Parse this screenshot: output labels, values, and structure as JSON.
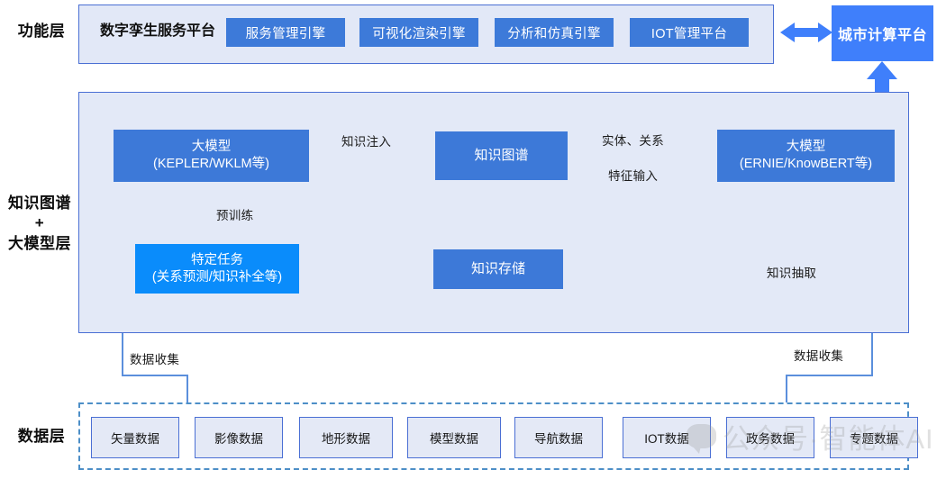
{
  "layers": {
    "functional": {
      "label": "功能层"
    },
    "knowledge": {
      "label": "知识图谱\n+\n大模型层"
    },
    "data": {
      "label": "数据层"
    }
  },
  "functional_layer": {
    "platform_title": "数字孪生服务平台",
    "engines": [
      {
        "label": "服务管理引擎"
      },
      {
        "label": "可视化渲染引擎"
      },
      {
        "label": "分析和仿真引擎"
      },
      {
        "label": "IOT管理平台"
      }
    ],
    "city_platform": {
      "label": "城市计算平台"
    }
  },
  "knowledge_layer": {
    "nodes": [
      {
        "id": "kepler",
        "line1": "大模型",
        "line2": "(KEPLER/WKLM等)"
      },
      {
        "id": "kg",
        "line1": "知识图谱",
        "line2": ""
      },
      {
        "id": "ernie",
        "line1": "大模型",
        "line2": "(ERNIE/KnowBERT等)"
      },
      {
        "id": "task",
        "line1": "特定任务",
        "line2": "(关系预测/知识补全等)"
      },
      {
        "id": "store",
        "line1": "知识存储",
        "line2": ""
      }
    ],
    "edge_labels": [
      {
        "id": "knowledge-injection",
        "text": "知识注入"
      },
      {
        "id": "entity-relation",
        "text": "实体、关系"
      },
      {
        "id": "feature-input",
        "text": "特征输入"
      },
      {
        "id": "pretrain",
        "text": "预训练"
      },
      {
        "id": "knowledge-extraction",
        "text": "知识抽取"
      }
    ]
  },
  "cross_layer_labels": [
    {
      "id": "data-collection-left",
      "text": "数据收集"
    },
    {
      "id": "data-collection-right",
      "text": "数据收集"
    }
  ],
  "data_layer": {
    "items": [
      {
        "label": "矢量数据"
      },
      {
        "label": "影像数据"
      },
      {
        "label": "地形数据"
      },
      {
        "label": "模型数据"
      },
      {
        "label": "导航数据"
      },
      {
        "label": "IOT数据"
      },
      {
        "label": "政务数据"
      },
      {
        "label": "专题数据"
      }
    ]
  },
  "watermark": {
    "text": "公众号·智能体AI",
    "icon": "chat-bubble-icon"
  },
  "colors": {
    "panel_bg": "#e3e9f7",
    "panel_border": "#4a6fd4",
    "node_blue": "#3d79d8",
    "node_bright_blue": "#0a8cfb",
    "city_blue": "#3f7ffb",
    "arrow_blue": "#5b8fdc",
    "dashed_border": "#4d8fc7",
    "data_box_bg": "#e4e9f6"
  }
}
